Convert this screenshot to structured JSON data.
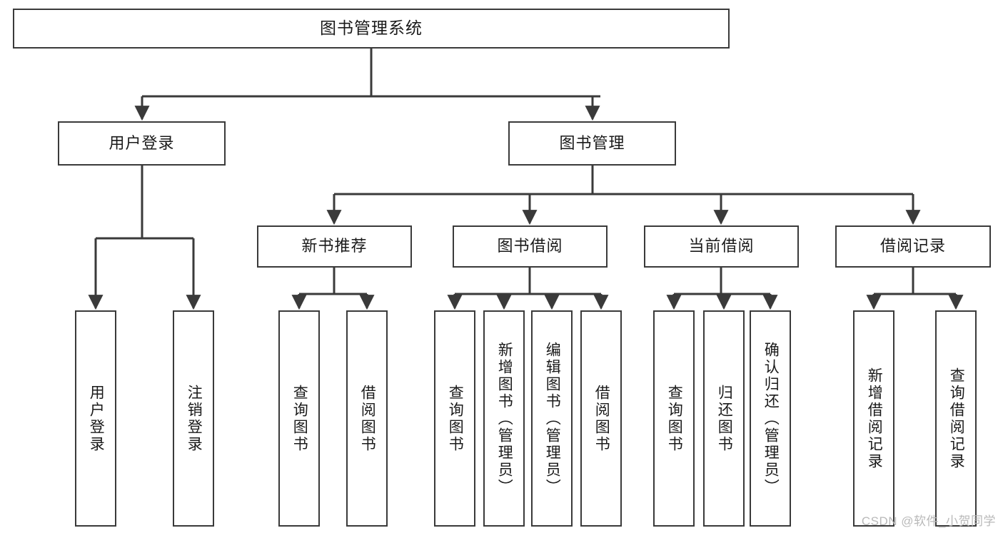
{
  "diagram": {
    "title": "图书管理系统",
    "type": "tree-hierarchy-chart",
    "stroke_color": "#3a3a3a",
    "background_color": "#ffffff",
    "text_color": "#1a1a1a"
  },
  "root": {
    "label": "图书管理系统"
  },
  "level2": [
    {
      "label": "用户登录"
    },
    {
      "label": "图书管理"
    }
  ],
  "level3": [
    {
      "label": "新书推荐"
    },
    {
      "label": "图书借阅"
    },
    {
      "label": "当前借阅"
    },
    {
      "label": "借阅记录"
    }
  ],
  "leaves": {
    "user_login": [
      {
        "label": "用户登录"
      },
      {
        "label": "注销登录"
      }
    ],
    "new_book_recommend": [
      {
        "label": "查询图书"
      },
      {
        "label": "借阅图书"
      }
    ],
    "book_borrow": [
      {
        "label": "查询图书"
      },
      {
        "label": "新增图书（管理员）"
      },
      {
        "label": "编辑图书（管理员）"
      },
      {
        "label": "借阅图书"
      }
    ],
    "current_borrow": [
      {
        "label": "查询图书"
      },
      {
        "label": "归还图书"
      },
      {
        "label": "确认归还（管理员）"
      }
    ],
    "borrow_record": [
      {
        "label": "新增借阅记录"
      },
      {
        "label": "查询借阅记录"
      }
    ]
  },
  "watermark": {
    "text": "CSDN @软件_小贺同学"
  }
}
